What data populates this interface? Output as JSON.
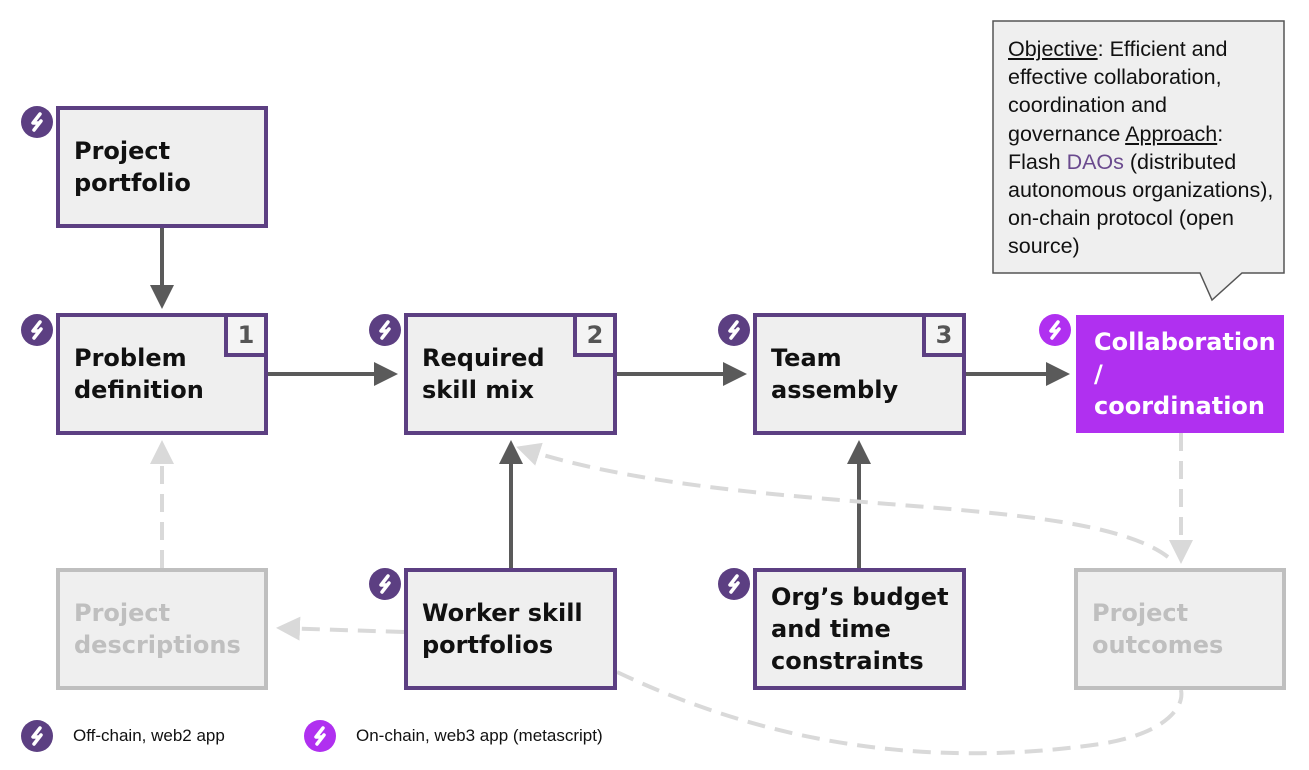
{
  "colors": {
    "offchain_badge": "#5c3f82",
    "onchain_badge": "#b030f0",
    "box_border": "#5c3f82",
    "box_fill": "#efefef",
    "faded": "#bfbfbf",
    "arrow": "#5a5a5a",
    "dashed_arrow": "#d9d9d9"
  },
  "callout": {
    "objective_label": "Objective",
    "objective_text": ": Efficient and effective collaboration, coordination and governance ",
    "approach_label": "Approach",
    "approach_text_1": ": Flash ",
    "daos": "DAOs",
    "approach_text_2": " (distributed autonomous organizations), on-chain protocol (open source)"
  },
  "nodes": {
    "project_portfolio": {
      "label": "Project portfolio",
      "badge": "offchain-app-icon"
    },
    "problem_definition": {
      "label": "Problem definition",
      "step": "1",
      "badge": "offchain-app-icon"
    },
    "required_skill_mix": {
      "label": "Required skill mix",
      "step": "2",
      "badge": "offchain-app-icon"
    },
    "team_assembly": {
      "label": "Team assembly",
      "step": "3",
      "badge": "offchain-app-icon"
    },
    "collaboration": {
      "label": "Collaboration / coordination",
      "badge": "onchain-app-icon"
    },
    "project_descriptions": {
      "label": "Project descriptions"
    },
    "worker_skill_portfolios": {
      "label": "Worker skill portfolios",
      "badge": "offchain-app-icon"
    },
    "org_budget": {
      "label": "Org’s budget and time constraints",
      "badge": "offchain-app-icon"
    },
    "project_outcomes": {
      "label": "Project outcomes"
    }
  },
  "legend": {
    "offchain": "Off-chain, web2 app",
    "onchain": "On-chain, web3 app (metascript)"
  }
}
